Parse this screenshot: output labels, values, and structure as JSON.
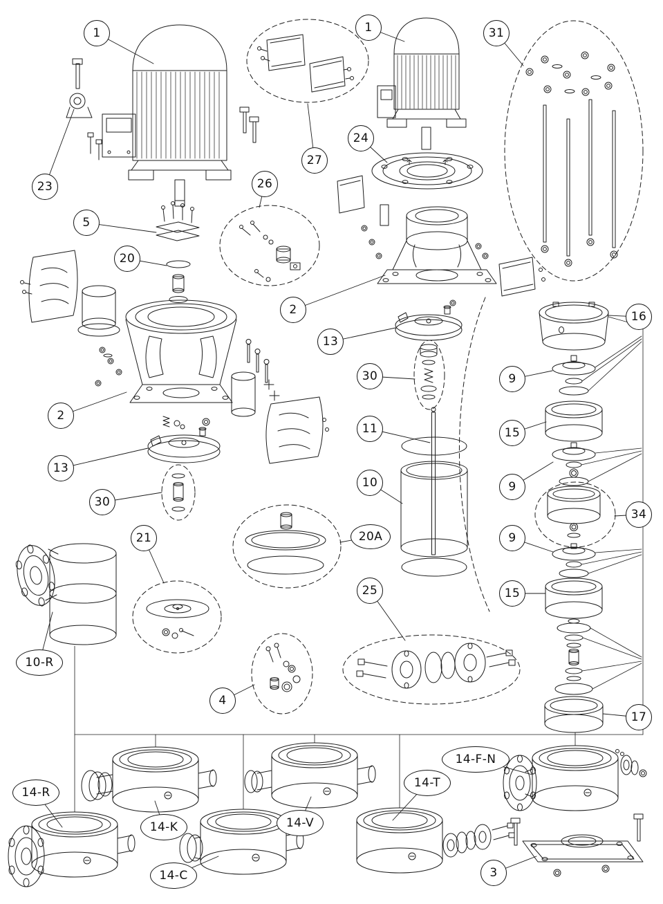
{
  "figure": {
    "type": "exploded-parts-diagram",
    "subject": "vertical-multistage-pump",
    "line_color": "#1b1b1b",
    "background": "#ffffff"
  },
  "callouts": [
    {
      "label": "1"
    },
    {
      "label": "1"
    },
    {
      "label": "31"
    },
    {
      "label": "23"
    },
    {
      "label": "24"
    },
    {
      "label": "27"
    },
    {
      "label": "26"
    },
    {
      "label": "5"
    },
    {
      "label": "20"
    },
    {
      "label": "2"
    },
    {
      "label": "13"
    },
    {
      "label": "16"
    },
    {
      "label": "30"
    },
    {
      "label": "9"
    },
    {
      "label": "2"
    },
    {
      "label": "11"
    },
    {
      "label": "15"
    },
    {
      "label": "13"
    },
    {
      "label": "10"
    },
    {
      "label": "9"
    },
    {
      "label": "30"
    },
    {
      "label": "34"
    },
    {
      "label": "21"
    },
    {
      "label": "20A"
    },
    {
      "label": "9"
    },
    {
      "label": "15"
    },
    {
      "label": "25"
    },
    {
      "label": "10-R"
    },
    {
      "label": "4"
    },
    {
      "label": "17"
    },
    {
      "label": "14-F-N"
    },
    {
      "label": "14-T"
    },
    {
      "label": "14-R"
    },
    {
      "label": "14-V"
    },
    {
      "label": "14-K"
    },
    {
      "label": "3"
    },
    {
      "label": "14-C"
    }
  ]
}
